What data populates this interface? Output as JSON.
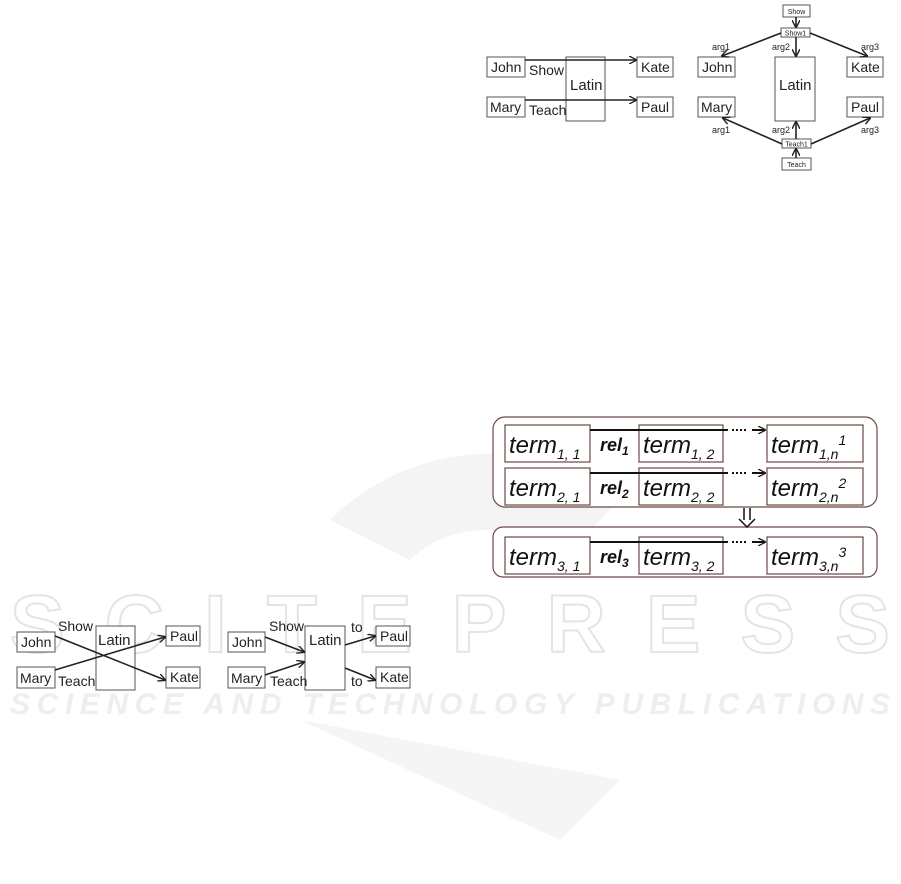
{
  "watermark": {
    "main": "SCITEPRESS",
    "sub": "SCIENCE AND TECHNOLOGY PUBLICATIONS"
  },
  "fig_top_left": {
    "john": "John",
    "mary": "Mary",
    "show": "Show",
    "teach": "Teach",
    "latin": "Latin",
    "kate": "Kate",
    "paul": "Paul"
  },
  "fig_top_right": {
    "show": "Show",
    "show1": "Show1",
    "teach": "Teach",
    "teach1": "Teach1",
    "john": "John",
    "mary": "Mary",
    "latin": "Latin",
    "kate": "Kate",
    "paul": "Paul",
    "arg1": "arg1",
    "arg2": "arg2",
    "arg3": "arg3"
  },
  "fig_terms": {
    "term": "term",
    "rows": [
      {
        "s1": "1, 1",
        "rel": "rel",
        "relsub": "1",
        "s2": "1, 2",
        "sn": "1,n",
        "sup": "1"
      },
      {
        "s1": "2, 1",
        "rel": "rel",
        "relsub": "2",
        "s2": "2, 2",
        "sn": "2,n",
        "sup": "2"
      },
      {
        "s1": "3, 1",
        "rel": "rel",
        "relsub": "3",
        "s2": "3, 2",
        "sn": "3,n",
        "sup": "3"
      }
    ],
    "dots": "····"
  },
  "fig_bottom_left": {
    "john": "John",
    "mary": "Mary",
    "show": "Show",
    "teach": "Teach",
    "latin": "Latin",
    "paul": "Paul",
    "kate": "Kate"
  },
  "fig_bottom_right": {
    "john": "John",
    "mary": "Mary",
    "show": "Show",
    "teach": "Teach",
    "latin": "Latin",
    "paul": "Paul",
    "kate": "Kate",
    "to": "to"
  }
}
